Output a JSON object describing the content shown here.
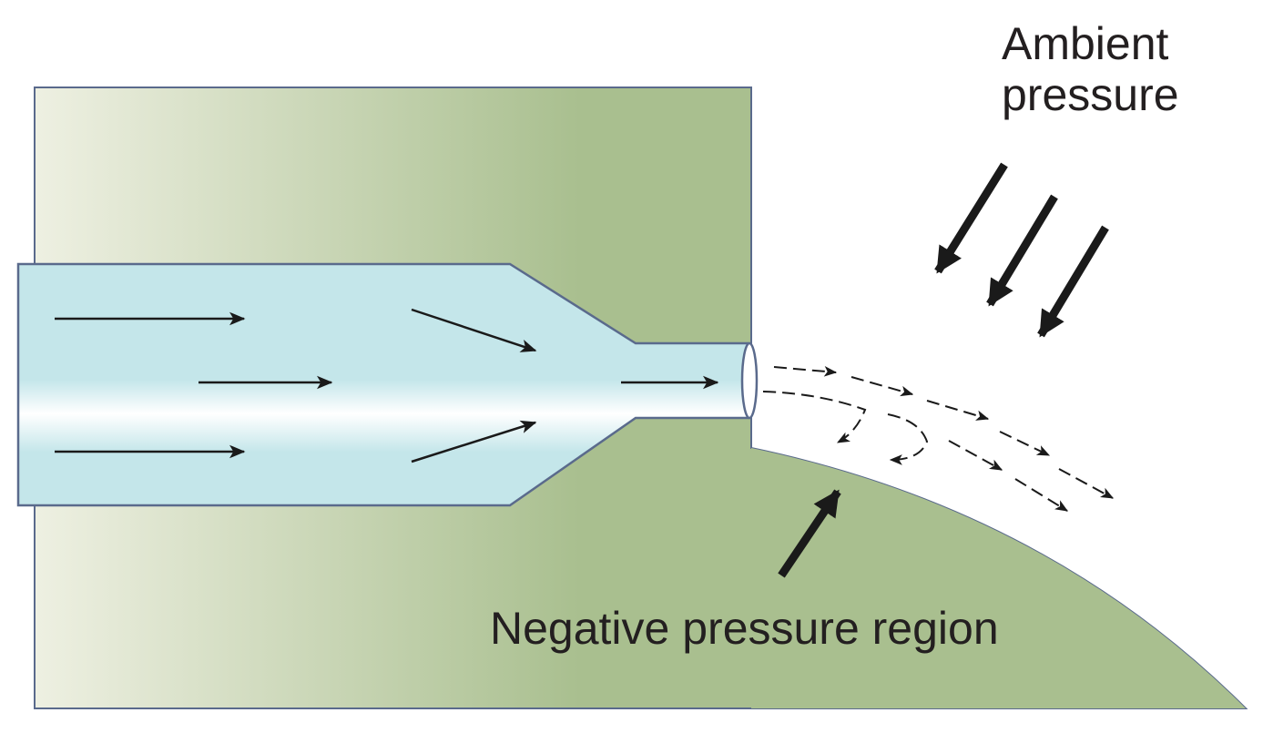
{
  "labels": {
    "ambient_line1": "Ambient",
    "ambient_line2": "pressure",
    "negative_region": "Negative pressure region"
  },
  "colors": {
    "body_green": "#a9bf8f",
    "body_light": "#eef0e2",
    "fluid_blue": "#c4e6ea",
    "outline": "#5a6a8c",
    "arrow": "#1a1a1a",
    "text": "#231f20"
  }
}
